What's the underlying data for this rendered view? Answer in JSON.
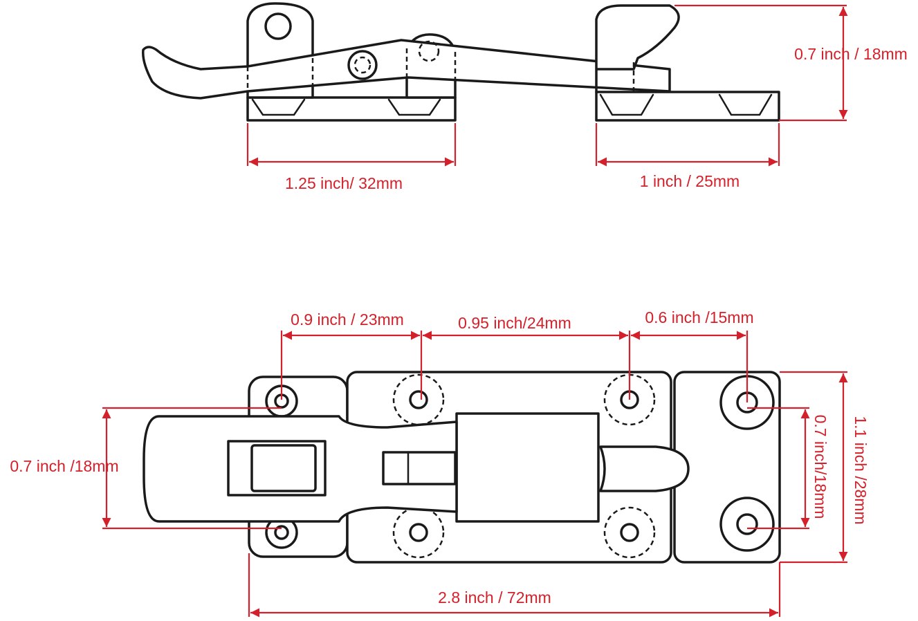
{
  "colors": {
    "dimension": "#d4202a",
    "outline": "#1a1a1a",
    "background": "#ffffff"
  },
  "side_view": {
    "base_left_width": "1.25 inch/ 32mm",
    "base_right_width": "1 inch / 25mm",
    "height": "0.7 inch / 18mm"
  },
  "top_view": {
    "hole_spacing_1": "0.9 inch / 23mm",
    "hole_spacing_2": "0.95 inch/24mm",
    "hole_spacing_3": "0.6 inch /15mm",
    "handle_width": "0.7 inch /18mm",
    "keeper_hole_spacing": "0.7 inch/18mm",
    "overall_height": "1.1 inch /28mm",
    "overall_length": "2.8 inch / 72mm"
  }
}
